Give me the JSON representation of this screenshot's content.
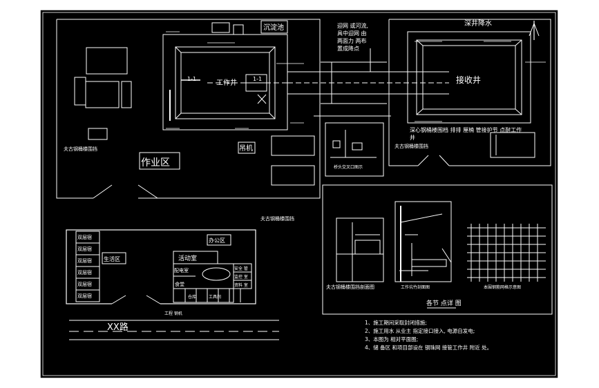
{
  "labels": {
    "sedimentation_tank": "沉淀池",
    "working_well": "工作井",
    "receiving_well": "接收井",
    "deep_well_dewatering": "深井降水",
    "work_area": "作业区",
    "crane": "吊机",
    "office_area": "办公区",
    "living_area": "生活区",
    "activity_room": "活动室",
    "road": "XX路",
    "section_mark": "1-1",
    "pipe_note": "迎网 或河流,\n具中迎网 由\n两面力 两布\n置成降点",
    "receiving_caption": "深心钢桶楼围档 排排 厘楠 管接护节 点耐工作\n井",
    "enclosure_label_left": "夫古钢桶楼围挡",
    "enclosure_label_right": "夫古钢桶楼围挡",
    "enclosure_label_living": "夫古钢桶楼围挡",
    "detail_title": "各节 点详 图",
    "detail_caption_1": "夫古钢桶楼围挡剖面图",
    "detail_caption_2": "工作坑竹剖面图",
    "detail_caption_3": "本围钢筋网格示意图",
    "small_panel_caption": "桥头交叉口图示",
    "gate_label": "工程 钢机",
    "dorm": "双层宿",
    "office_rooms": [
      "配电室",
      "安全 管",
      "监控 室",
      "资料 室"
    ],
    "bottom_rooms": [
      "食堂",
      "仓库",
      "工具间"
    ],
    "notes": [
      "1、施工期间采取封闭措施;",
      "2、施工用水 从业主 指定接口接入, 电源自发电;",
      "3、本图为 相对平面图;",
      "4、储 备区 和项目部设在 钢珠网 接管工作井 附近 处。"
    ]
  },
  "colors": {
    "background": "#000000",
    "line": "#ffffff",
    "border": "#ffffff",
    "frame": "#ffffff"
  }
}
